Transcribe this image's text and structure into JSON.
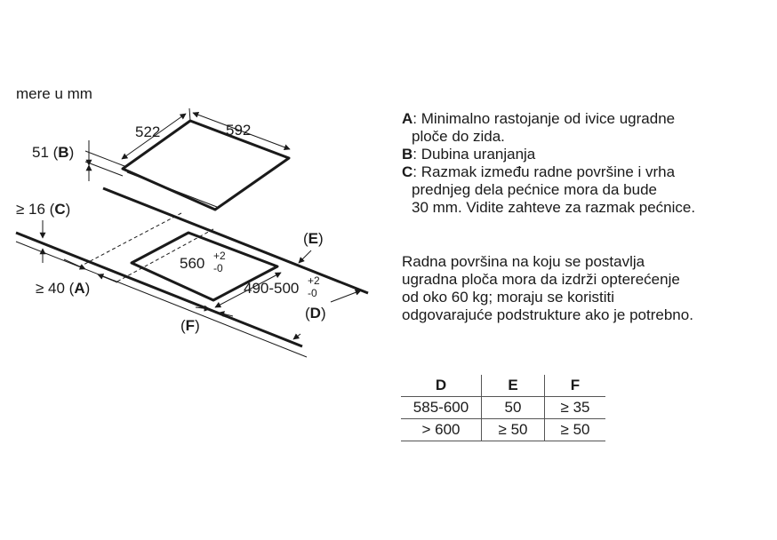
{
  "units_label": "mere u mm",
  "diagram": {
    "dim_depth": "522",
    "dim_width": "592",
    "dim_b": "51 (",
    "key_b": "B",
    "close": ")",
    "dim_c": "≥ 16 (",
    "key_c": "C",
    "dim_a": "≥ 40 (",
    "key_a": "A",
    "cutout_depth": "560",
    "cutout_width": "490-500",
    "tol_plus": "+2",
    "tol_minus": "-0",
    "label_e_open": "(",
    "key_e": "E",
    "label_d_open": "(",
    "key_d": "D",
    "label_f_open": "(",
    "key_f": "F"
  },
  "legend": [
    {
      "key": "A",
      "lines": [
        ": Minimalno rastojanje od ivice ugradne",
        "ploče do zida."
      ]
    },
    {
      "key": "B",
      "lines": [
        ": Dubina uranjanja"
      ]
    },
    {
      "key": "C",
      "lines": [
        ": Razmak između radne površine i vrha",
        "prednjeg dela pećnice mora da bude",
        "30 mm. Vidite zahteve za razmak pećnice."
      ]
    }
  ],
  "note": [
    "Radna površina na koju se postavlja",
    "ugradna ploča mora da izdrži opterećenje",
    "od oko 60 kg; moraju se koristiti",
    "odgovarajuće podstrukture ako je potrebno."
  ],
  "table": {
    "headers": [
      "D",
      "E",
      "F"
    ],
    "rows": [
      [
        "585-600",
        "50",
        "≥ 35"
      ],
      [
        "> 600",
        "≥ 50",
        "≥ 50"
      ]
    ]
  }
}
